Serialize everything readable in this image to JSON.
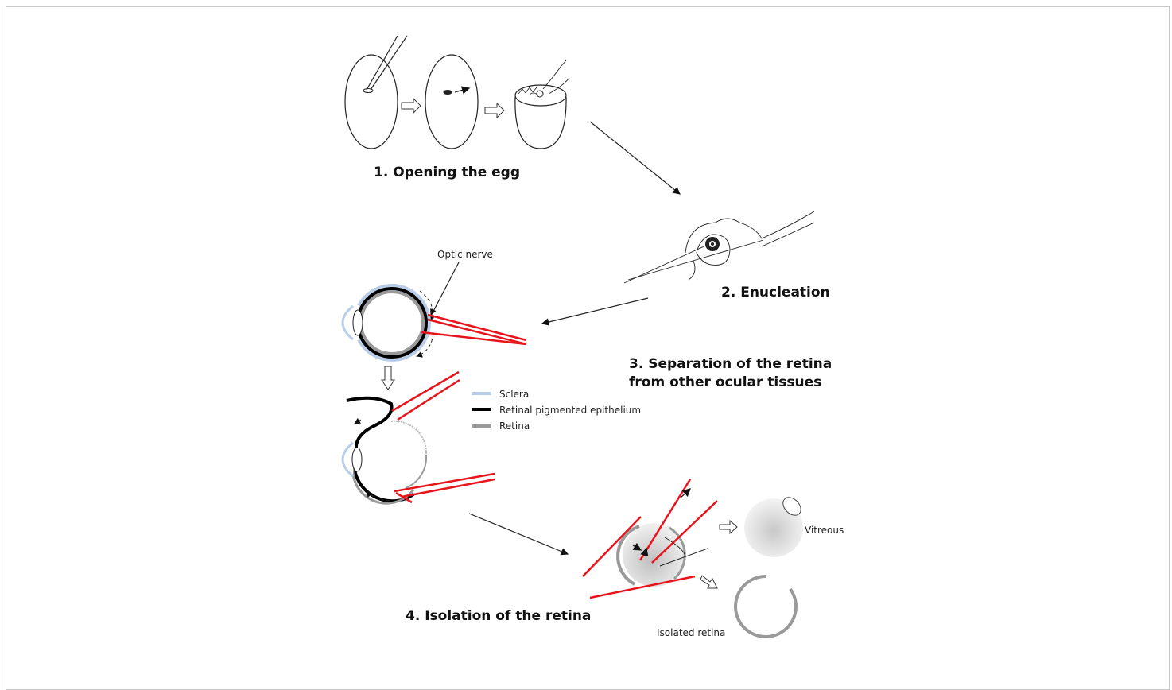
{
  "steps": {
    "step1": "1. Opening the egg",
    "step2": "2. Enucleation",
    "step3_line1": "3.  Separation  of  the  retina",
    "step3_line2": "from other ocular tissues",
    "step4": "4. Isolation of the retina"
  },
  "labels": {
    "optic_nerve": "Optic nerve",
    "vitreous": "Vitreous",
    "isolated_retina": "Isolated retina"
  },
  "legend": [
    {
      "label": "Sclera",
      "color": "#b9cde8"
    },
    {
      "label": "Retinal pigmented epithelium",
      "color": "#000000"
    },
    {
      "label": "Retina",
      "color": "#9a9a9a"
    }
  ],
  "colors": {
    "forceps": "#e8141c",
    "sclera": "#b9cde8",
    "rpe": "#000000",
    "retina": "#9a9a9a"
  }
}
